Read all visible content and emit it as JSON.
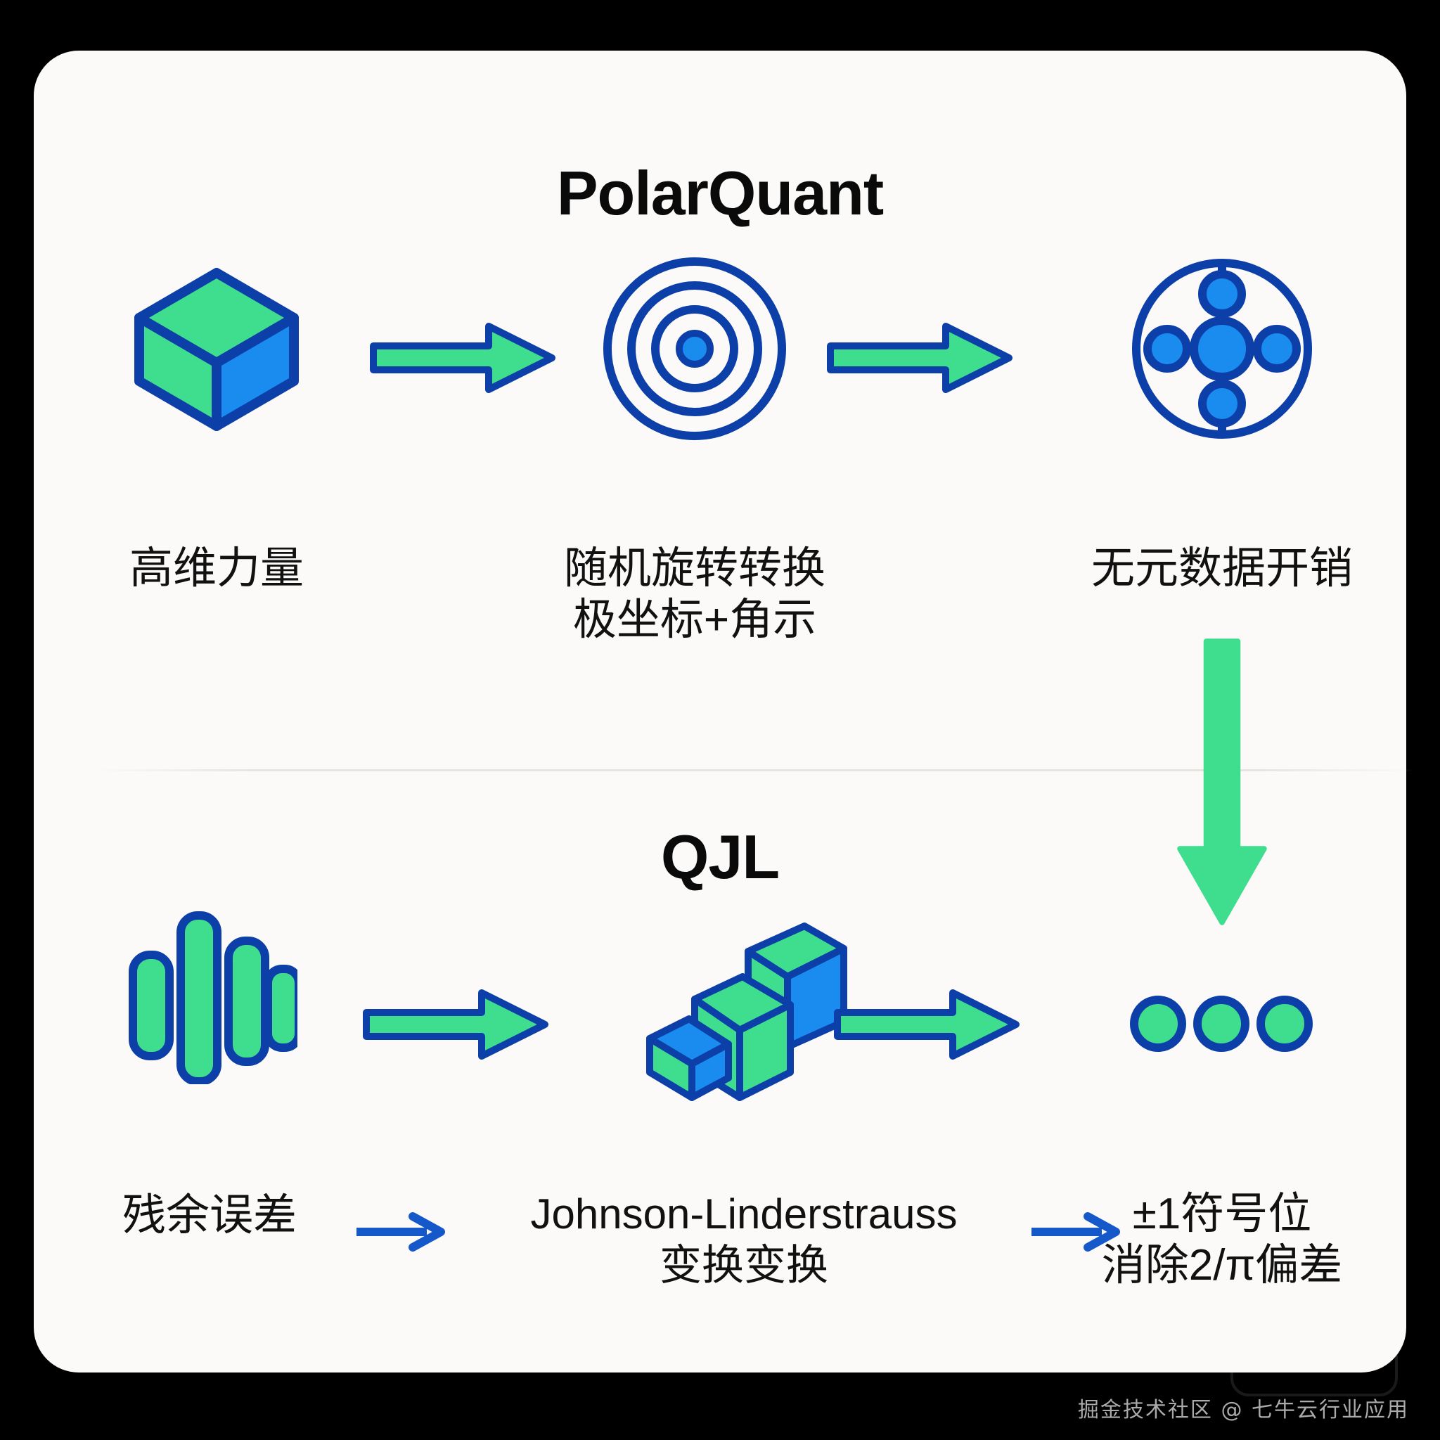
{
  "sections": {
    "top": {
      "title": "PolarQuant",
      "steps": [
        {
          "icon": "cube-icon",
          "label_line1": "高维力量",
          "label_line2": ""
        },
        {
          "icon": "concentric-target-icon",
          "label_line1": "随机旋转转换",
          "label_line2": "极坐标+角示"
        },
        {
          "icon": "circle-nodes-icon",
          "label_line1": "无元数据开销",
          "label_line2": ""
        }
      ],
      "arrows": [
        "arrow-right-icon",
        "arrow-right-icon"
      ]
    },
    "connector": {
      "icon": "arrow-down-icon"
    },
    "bottom": {
      "title": "QJL",
      "steps": [
        {
          "icon": "bar-signal-icon",
          "label_line1": "残余误差",
          "label_line2": ""
        },
        {
          "icon": "stacked-blocks-icon",
          "label_line1": "Johnson-Linderstrauss",
          "label_line2": "变换变换"
        },
        {
          "icon": "three-dots-icon",
          "label_line1": "±1符号位",
          "label_line2": "消除2/π偏差"
        }
      ],
      "arrows": [
        "arrow-right-icon",
        "arrow-right-icon"
      ],
      "label_arrows": [
        "thin-arrow-right-icon",
        "thin-arrow-right-icon"
      ]
    }
  },
  "watermark": "掘金技术社区 @ 七牛云行业应用",
  "colors": {
    "outline_blue": "#0d3fa8",
    "fill_green": "#3ede8e",
    "fill_blue": "#1a8cf0",
    "card_bg": "#fbfaf8",
    "page_bg": "#000000",
    "text": "#111111",
    "divider": "#e6e4e0"
  }
}
